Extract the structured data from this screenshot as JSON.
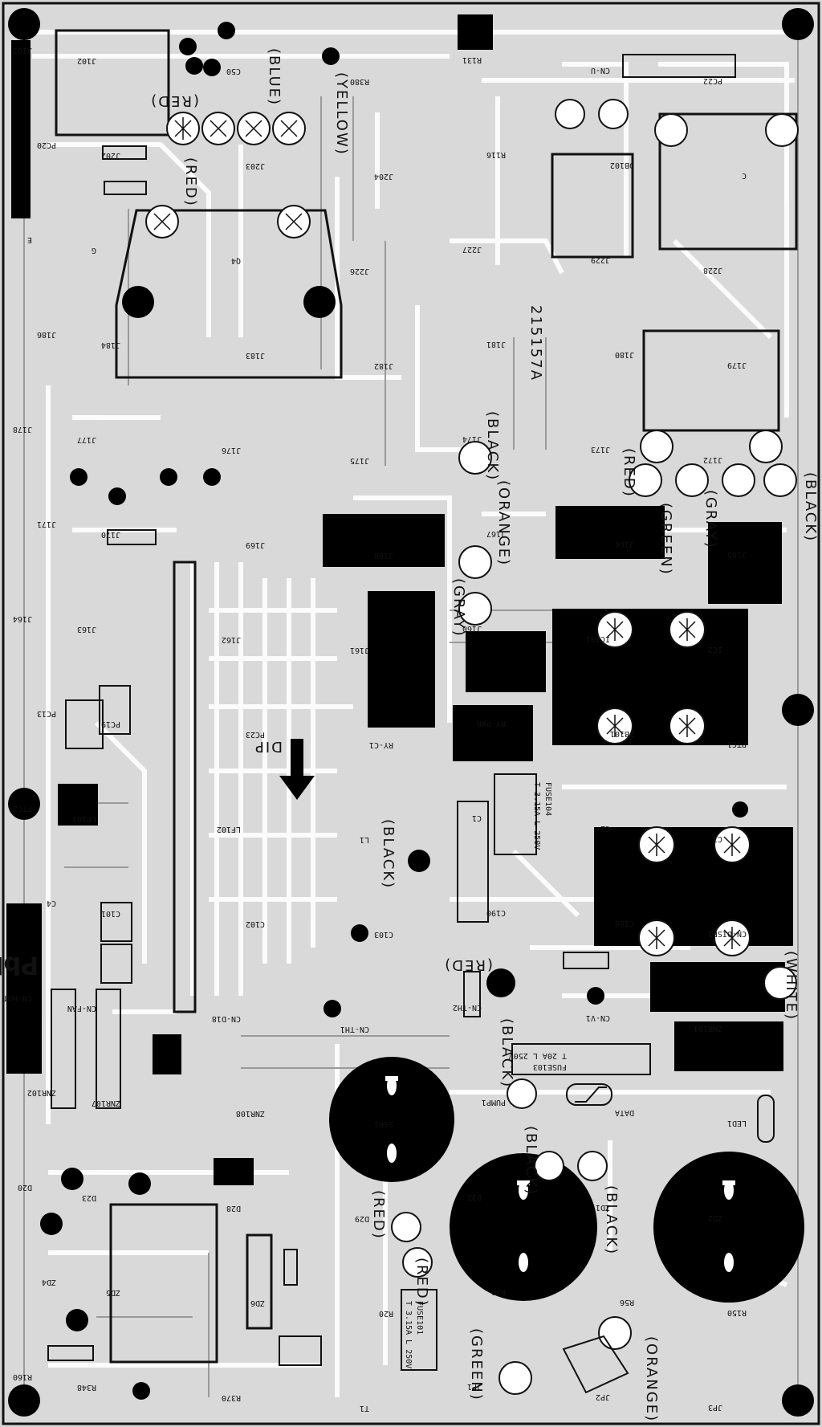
{
  "board": {
    "pcb_code": "215157A",
    "direction_label": "DIP",
    "logo_text": "PbF"
  },
  "colors": {
    "board": "#d6d6d6",
    "trace": "#9a9a9a",
    "copper": "#ffffff",
    "outline": "#111111",
    "fill": "#000000"
  },
  "wire_color_labels": [
    {
      "text": "(RED)"
    },
    {
      "text": "(BLUE)"
    },
    {
      "text": "(YELLOW)"
    },
    {
      "text": "(RED)"
    },
    {
      "text": "(BLACK)"
    },
    {
      "text": "(ORANGE)"
    },
    {
      "text": "(GRAY)"
    },
    {
      "text": "(BLACK)"
    },
    {
      "text": "(GREEN)"
    },
    {
      "text": "(GRAY)"
    },
    {
      "text": "(RED)"
    },
    {
      "text": "(BLACK)"
    },
    {
      "text": "(WHITE)"
    },
    {
      "text": "(BLACK)"
    },
    {
      "text": "(BLACK)"
    },
    {
      "text": "(BLACK)"
    },
    {
      "text": "(RED)"
    },
    {
      "text": "(RED)"
    },
    {
      "text": "(GREEN)"
    },
    {
      "text": "(ORANGE)"
    },
    {
      "text": "(RED)"
    }
  ],
  "fuses": [
    {
      "ref": "FUSE101",
      "rating": "T 3.15A L 250V"
    },
    {
      "ref": "FUSE103",
      "rating": "T 20A L 250V"
    },
    {
      "ref": "FUSE104",
      "rating": "T 3.15A L 250V"
    }
  ],
  "components": [
    "J101",
    "J102",
    "C50",
    "R380",
    "R131",
    "CN-U",
    "PC22",
    "PC20",
    "J202",
    "J203",
    "J204",
    "R116",
    "DB102",
    "C",
    "E",
    "G",
    "Q4",
    "J226",
    "J227",
    "J229",
    "J228",
    "J186",
    "J184",
    "J183",
    "J182",
    "J181",
    "J180",
    "J179",
    "J178",
    "J177",
    "J176",
    "J175",
    "J174",
    "J173",
    "J172",
    "J171",
    "J170",
    "J169",
    "J168",
    "J167",
    "J166",
    "J165",
    "J164",
    "J163",
    "J162",
    "J161",
    "J160",
    "IC101",
    "IC2",
    "PC13",
    "PC19",
    "PC23",
    "RY-C1",
    "RY-PWR",
    "DB101",
    "PTC1",
    "PTC2",
    "LF101",
    "LF102",
    "L1",
    "C1",
    "C2",
    "C3",
    "C4",
    "C101",
    "C102",
    "C103",
    "C190",
    "C188",
    "CN-DISP1",
    "CN-HOT",
    "CN-FAN",
    "CN-D18",
    "CN-TH1",
    "CN-TH2",
    "CN-V1",
    "ZNR101",
    "ZNR102",
    "ZNR107",
    "ZNR108",
    "SSR1",
    "PUMP1",
    "DATA",
    "LED1",
    "D20",
    "D23",
    "D28",
    "D29",
    "D32",
    "ZD1",
    "ZD2",
    "ZD4",
    "ZD5",
    "ZD6",
    "R20",
    "R30",
    "R56",
    "R150",
    "R160",
    "R348",
    "R370",
    "T1",
    "JP1",
    "JP2",
    "JP3"
  ]
}
